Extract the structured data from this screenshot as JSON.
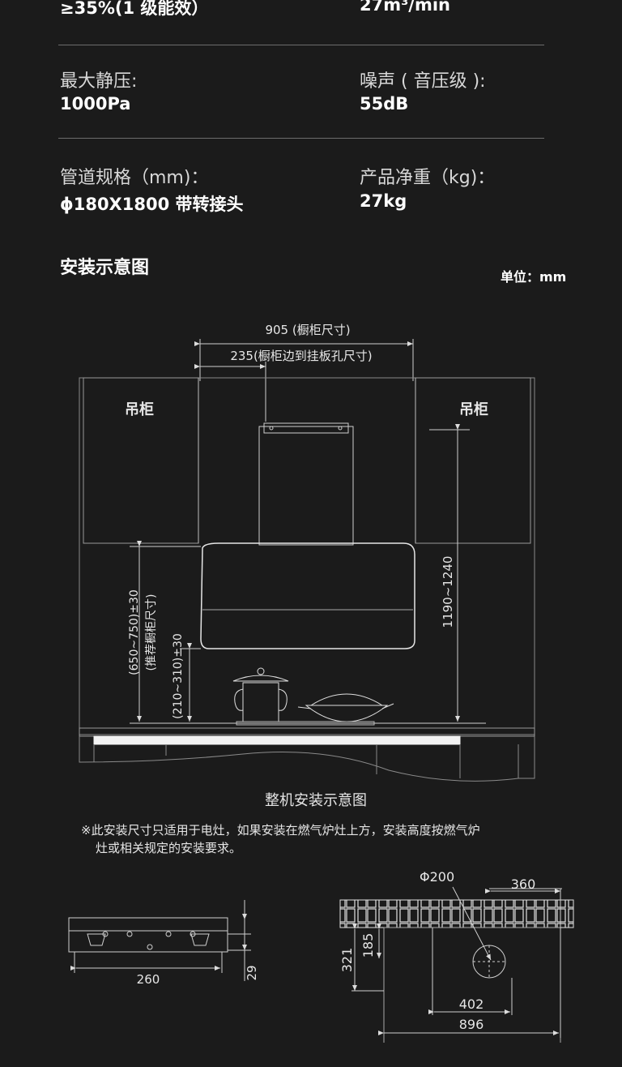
{
  "specs": {
    "row0": {
      "left_value": "≥35%(1 级能效）",
      "right_value": "27m³/min"
    },
    "row1": {
      "left_label": "最大静压:",
      "left_value": "1000Pa",
      "right_label": "噪声 ( 音压级 ):",
      "right_value": "55dB"
    },
    "row2": {
      "left_label": "管道规格（mm)：",
      "left_value": "ϕ180X1800 带转接头",
      "right_label": "产品净重（kg)：",
      "right_value": "27kg"
    }
  },
  "section": {
    "title": "安装示意图",
    "unit": "单位：mm"
  },
  "main_diagram": {
    "dim_905": "905 (橱柜尺寸)",
    "dim_235": "235(橱柜边到挂板孔尺寸)",
    "cabinet_left": "吊柜",
    "cabinet_right": "吊柜",
    "dim_height_total": "1190~1240",
    "dim_650": "(650~750)±30",
    "dim_650_note": "(推荐橱柜尺寸)",
    "dim_210": "(210~310)±30",
    "caption": "整机安装示意图"
  },
  "note": {
    "line1": "※此安装尺寸只适用于电灶，如果安装在燃气炉灶上方，安装高度按燃气炉",
    "line2": "灶或相关规定的安装要求。"
  },
  "bracket_diagram": {
    "dim_width": "260",
    "dim_height": "29"
  },
  "wall_diagram": {
    "dim_phi": "Φ200",
    "dim_360": "360",
    "dim_185": "185",
    "dim_321": "321",
    "dim_402": "402",
    "dim_896": "896"
  }
}
